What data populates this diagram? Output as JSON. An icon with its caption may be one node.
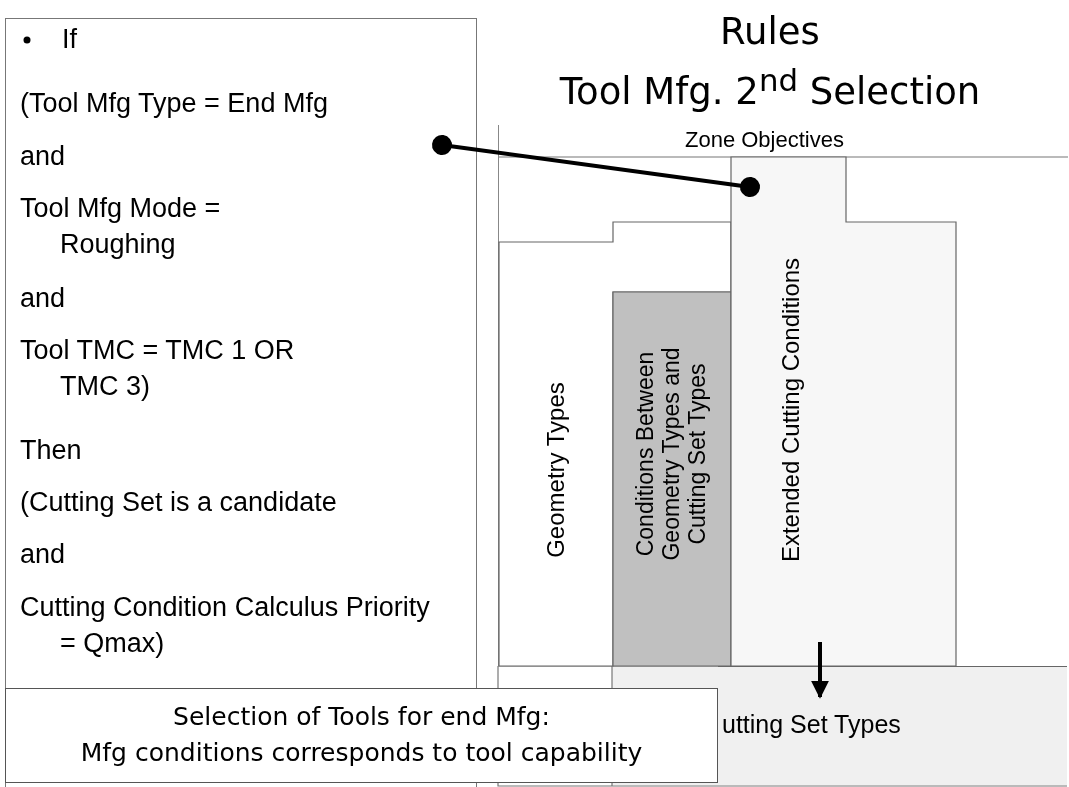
{
  "diagram": {
    "title": "Rules",
    "nodes": [
      {
        "text": [
          "If",
          "(Tool Mfg Type = End Mfg",
          "and",
          "Tool Mfg Mode = Roughing",
          "and",
          "Tool TMC = TMC 1 OR TMC 3)",
          "Then",
          "(Cutting Set is a candidate",
          "and",
          "Cutting Condition Calculus Priority = Qmax)"
        ]
      },
      {
        "text": [
          "Zone Objectives"
        ]
      },
      {
        "text": [
          "Geometry Types"
        ],
        "in": 1
      },
      {
        "text": [
          "Conditions Between Geometry Types and Cutting Set Types"
        ],
        "in": 1
      },
      {
        "text": [
          "Extended Cutting Conditions"
        ],
        "in": 1
      },
      {
        "text": [
          "utting Set Types"
        ]
      },
      {
        "text": [
          "Selection of Tools for end Mfg:",
          "Mfg conditions corresponds to tool capability"
        ]
      }
    ],
    "edges": [
      {
        "from": 0,
        "to": 4,
        "arrow": "other"
      },
      {
        "from": 4,
        "to": 5,
        "arrow": "to"
      }
    ],
    "labels": [
      "Tool Mfg. 2$^{nd}$ Selection"
    ]
  }
}
